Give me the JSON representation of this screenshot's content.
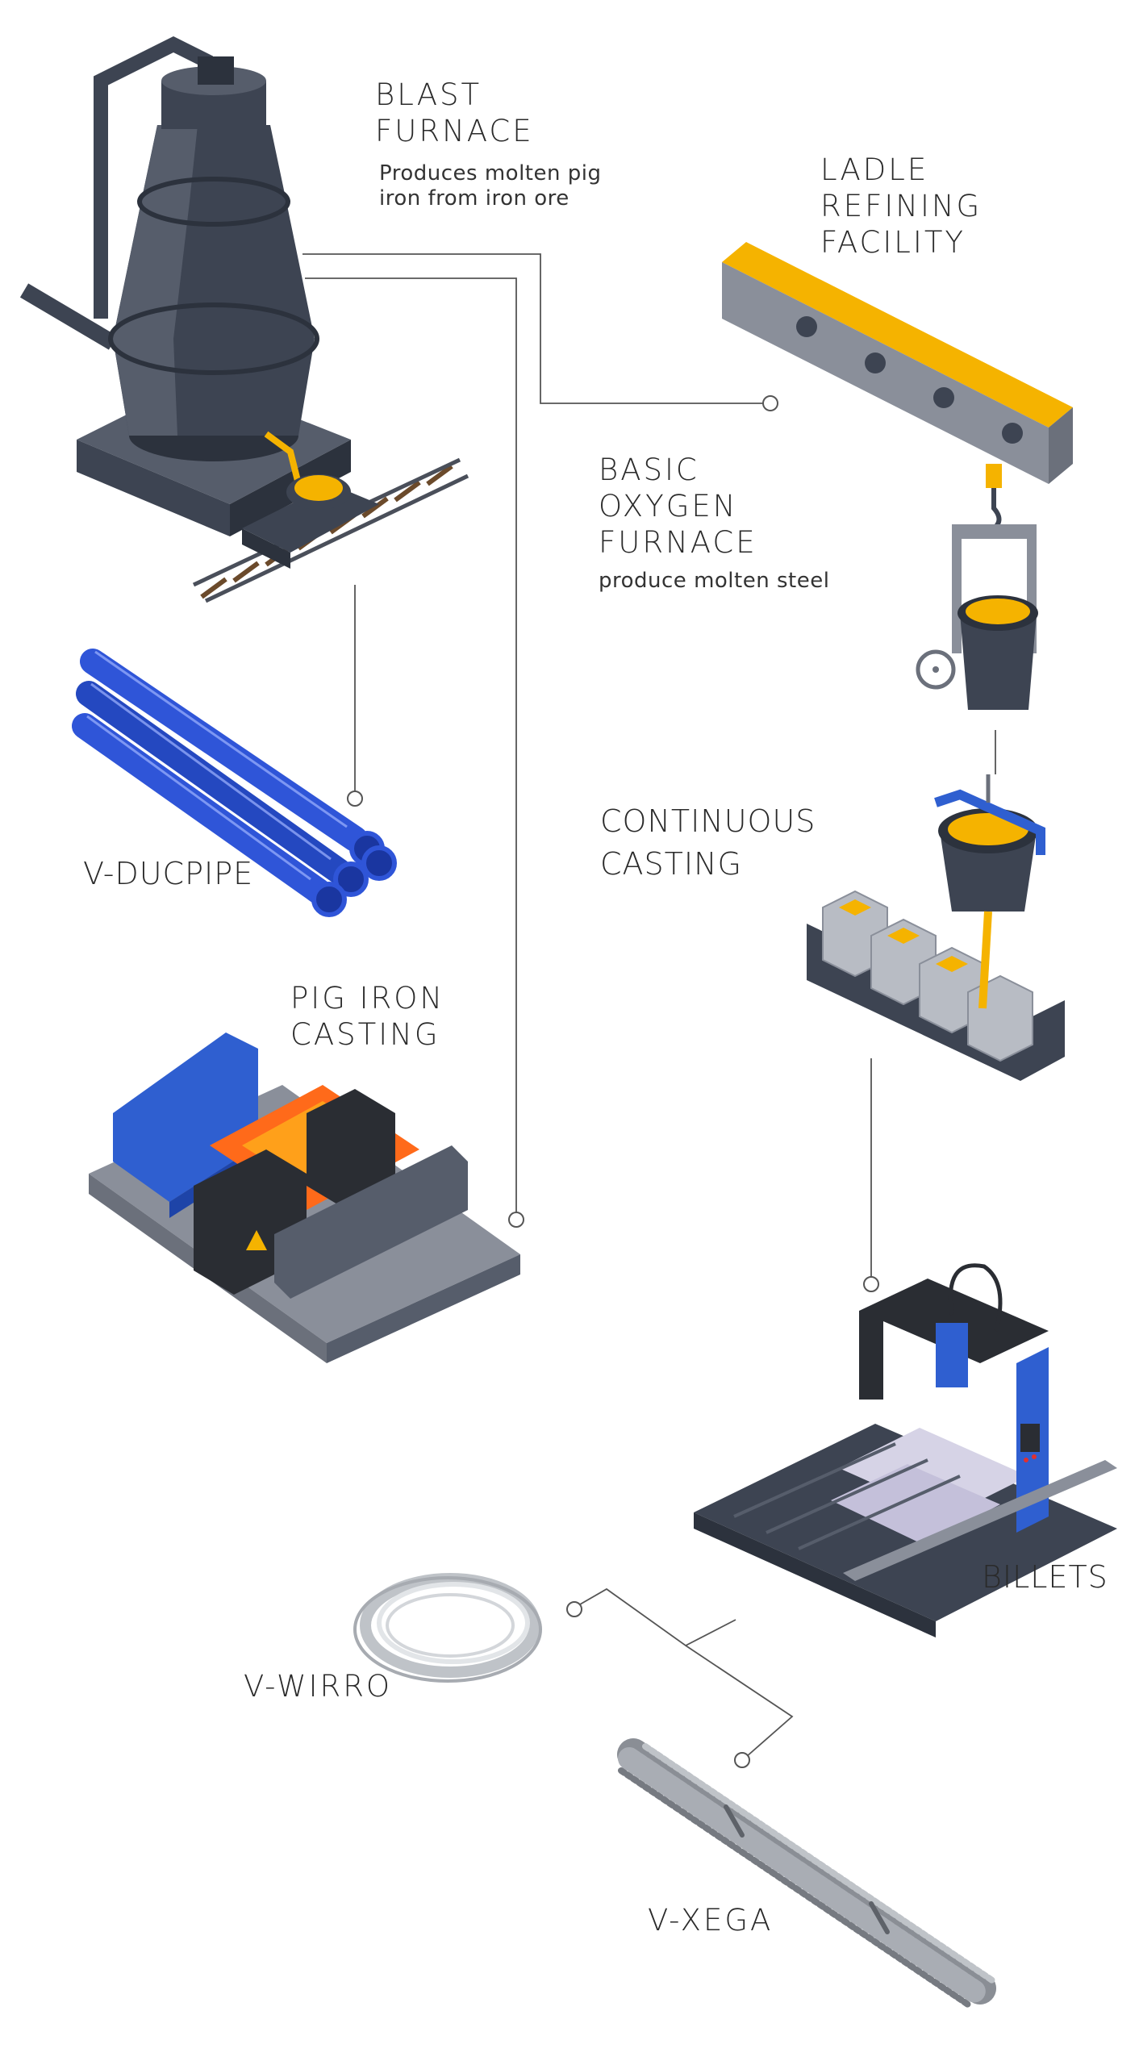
{
  "stages": {
    "blast_furnace": {
      "title": "BLAST\nFURNACE",
      "description": "Produces molten pig\niron from iron ore"
    },
    "ladle_refining": {
      "title": "LADLE\nREFINING\nFACILITY"
    },
    "basic_oxygen": {
      "title": "BASIC\nOXYGEN\nFURNACE",
      "description": "produce molten steel"
    },
    "continuous_casting": {
      "title": "CONTINUOUS\nCASTING"
    },
    "pig_iron_casting": {
      "title": "PIG IRON\nCASTING"
    },
    "billets": {
      "title": "BILLETS"
    }
  },
  "products": {
    "ducpipe": {
      "title": "V-DUCPIPE"
    },
    "wirro": {
      "title": "V-WIRRO"
    },
    "xega": {
      "title": "V-XEGA"
    }
  },
  "colors": {
    "steel_dark": "#3d4452",
    "steel_mid": "#565d6b",
    "steel_light": "#8a8f9a",
    "molten": "#f5b300",
    "molten_hot": "#ff6a1a",
    "accent_blue": "#2f5fd0",
    "pipe_blue": "#2f55d8",
    "wire": "#c9cdd2",
    "rebar": "#9a9ea5"
  }
}
